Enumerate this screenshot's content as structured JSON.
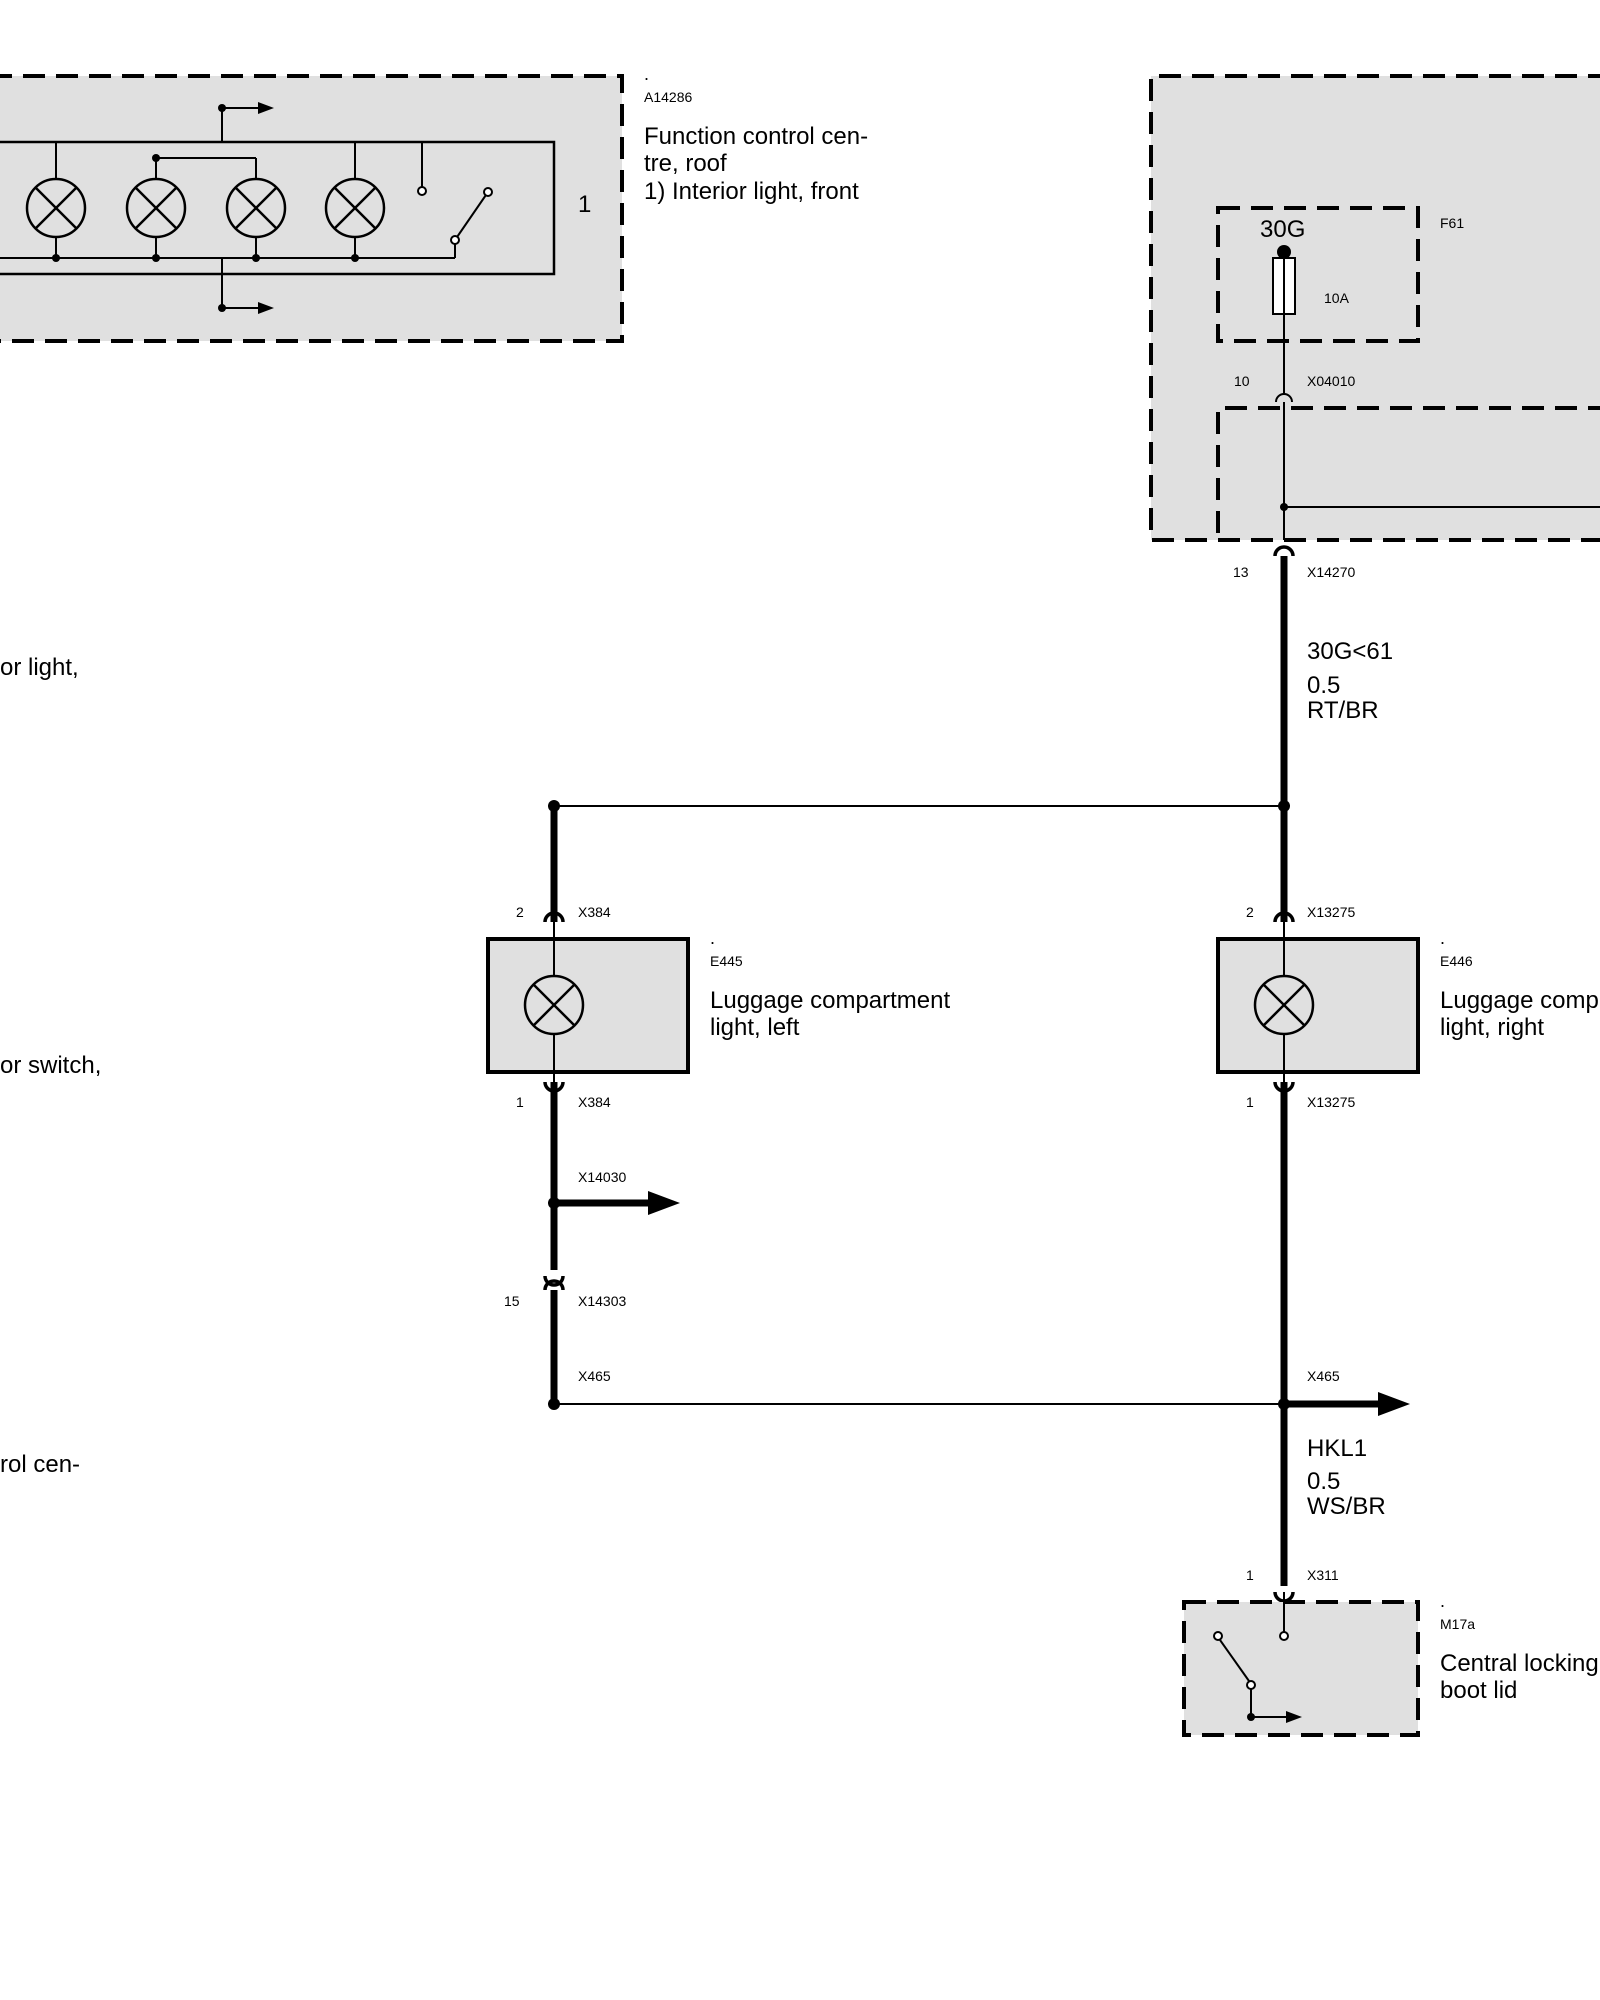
{
  "components": {
    "a14286": {
      "code": "A14286",
      "mark": ".",
      "name_lines": [
        "Function control cen-",
        "tre, roof",
        "1) Interior light, front"
      ],
      "pin_label": "1"
    },
    "f61": {
      "code": "F61",
      "terminal": "30G",
      "rating": "10A"
    },
    "e445": {
      "code": "E445",
      "mark": ".",
      "name_lines": [
        "Luggage compartment",
        "light, left"
      ]
    },
    "e446": {
      "code": "E446",
      "mark": ".",
      "name_lines": [
        "Luggage comp",
        "light, right"
      ]
    },
    "m17a": {
      "code": "M17a",
      "mark": ".",
      "name_lines": [
        "Central locking",
        "boot lid"
      ]
    }
  },
  "connectors": {
    "x04010": {
      "pin": "10",
      "code": "X04010"
    },
    "x14270": {
      "pin": "13",
      "code": "X14270"
    },
    "x384_top": {
      "pin": "2",
      "code": "X384"
    },
    "x384_bot": {
      "pin": "1",
      "code": "X384"
    },
    "x13275_top": {
      "pin": "2",
      "code": "X13275"
    },
    "x13275_bot": {
      "pin": "1",
      "code": "X13275"
    },
    "x14030": {
      "code": "X14030"
    },
    "x14303": {
      "pin": "15",
      "code": "X14303"
    },
    "x465_left": {
      "code": "X465"
    },
    "x465_right": {
      "code": "X465"
    },
    "x311": {
      "pin": "1",
      "code": "X311"
    }
  },
  "wires": {
    "supply": {
      "signal": "30G<61",
      "size": "0.5",
      "color": "RT/BR"
    },
    "hkl1": {
      "signal": "HKL1",
      "size": "0.5",
      "color": "WS/BR"
    }
  },
  "cut_text": {
    "t1": "or light,",
    "t2": "or switch,",
    "t3": "rol cen-"
  }
}
